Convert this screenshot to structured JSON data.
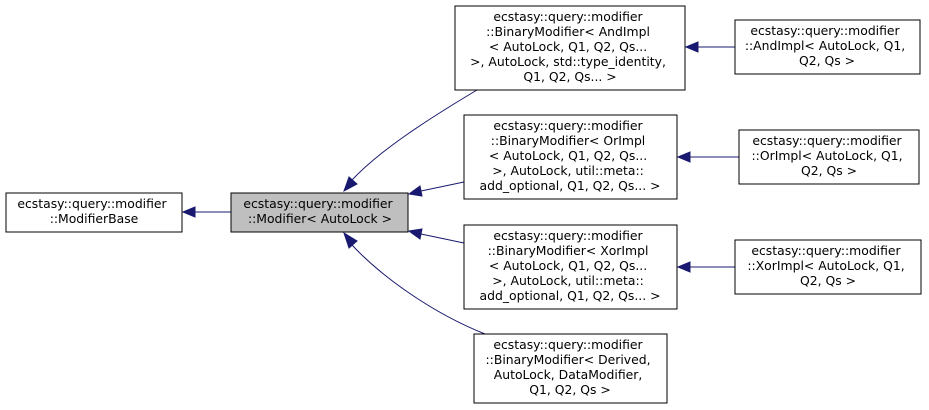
{
  "colors": {
    "edge": "#191970",
    "node_fill": "#ffffff",
    "current_fill": "#bfbfbf",
    "border": "#000000"
  },
  "nodes": {
    "modifier_base": [
      "ecstasy::query::modifier",
      "::ModifierBase"
    ],
    "modifier": [
      "ecstasy::query::modifier",
      "::Modifier< AutoLock >"
    ],
    "binary_and": [
      "ecstasy::query::modifier",
      "::BinaryModifier< AndImpl",
      "< AutoLock, Q1, Q2, Qs...",
      ">, AutoLock, std::type_identity,",
      "Q1, Q2, Qs... >"
    ],
    "binary_or": [
      "ecstasy::query::modifier",
      "::BinaryModifier< OrImpl",
      "< AutoLock, Q1, Q2, Qs...",
      ">, AutoLock, util::meta::",
      "add_optional, Q1, Q2, Qs... >"
    ],
    "binary_xor": [
      "ecstasy::query::modifier",
      "::BinaryModifier< XorImpl",
      "< AutoLock, Q1, Q2, Qs...",
      ">, AutoLock, util::meta::",
      "add_optional, Q1, Q2, Qs... >"
    ],
    "binary_derived": [
      "ecstasy::query::modifier",
      "::BinaryModifier< Derived,",
      "AutoLock, DataModifier,",
      "Q1, Q2, Qs >"
    ],
    "and_impl": [
      "ecstasy::query::modifier",
      "::AndImpl< AutoLock, Q1,",
      "Q2, Qs >"
    ],
    "or_impl": [
      "ecstasy::query::modifier",
      "::OrImpl< AutoLock, Q1,",
      "Q2, Qs >"
    ],
    "xor_impl": [
      "ecstasy::query::modifier",
      "::XorImpl< AutoLock, Q1,",
      "Q2, Qs >"
    ]
  }
}
